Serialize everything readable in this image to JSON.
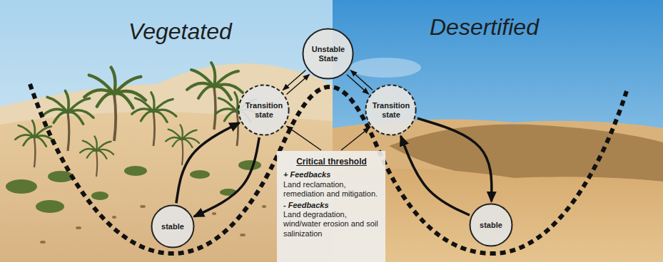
{
  "diagram": {
    "nodes": [
      {
        "text": [
          "Unstable State"
        ]
      },
      {
        "text": [
          "Transition state"
        ]
      },
      {
        "text": [
          "Transition state"
        ]
      },
      {
        "text": [
          "stable"
        ]
      },
      {
        "text": [
          "stable"
        ]
      },
      {
        "text": [
          "Critical threshold",
          "+ Feedbacks",
          "Land reclamation, remediation and mitigation.",
          "- Feedbacks",
          "Land degradation, wind/water erosion and soil salinization"
        ]
      }
    ],
    "edges": [
      {
        "from": 0,
        "to": 1,
        "arrow": "to"
      },
      {
        "from": 1,
        "to": 0,
        "arrow": "to"
      },
      {
        "from": 0,
        "to": 2,
        "arrow": "to"
      },
      {
        "from": 2,
        "to": 0,
        "arrow": "to"
      },
      {
        "from": 3,
        "to": 1,
        "arrow": "to"
      },
      {
        "from": 1,
        "to": 3,
        "arrow": "to"
      },
      {
        "from": 4,
        "to": 2,
        "arrow": "to"
      },
      {
        "from": 2,
        "to": 4,
        "arrow": "to"
      },
      {
        "from": 5,
        "to": 1,
        "arrow": "to"
      },
      {
        "from": 5,
        "to": 2,
        "arrow": "to"
      }
    ],
    "labels": [
      "Vegetated",
      "Desertified"
    ]
  }
}
